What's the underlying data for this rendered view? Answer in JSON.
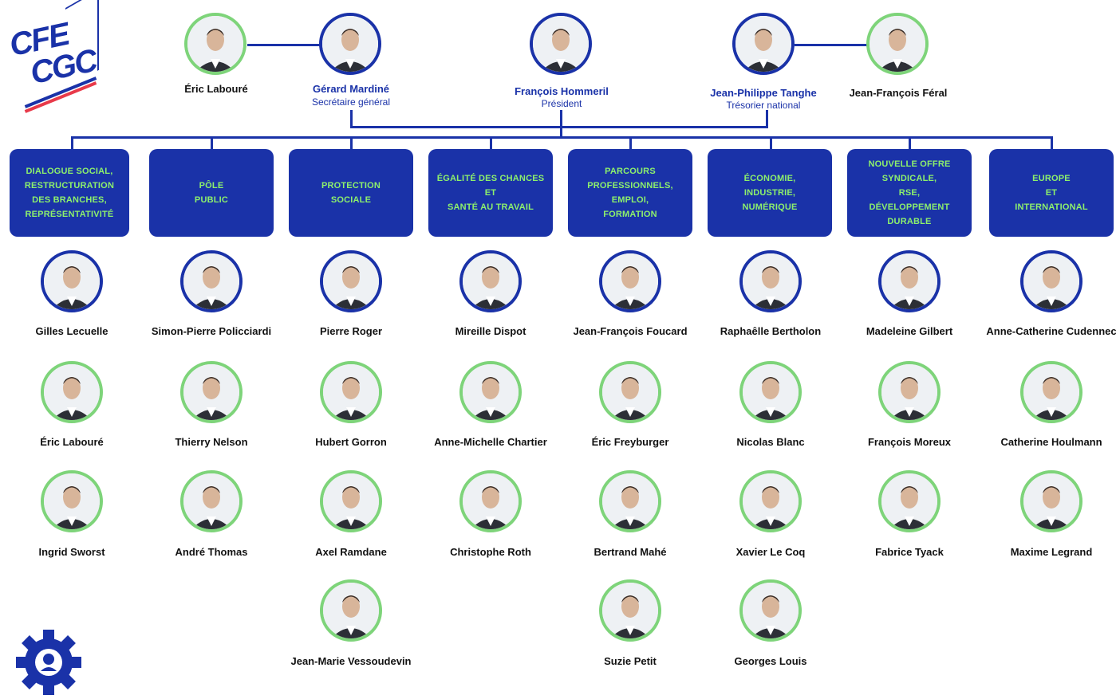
{
  "logo": {
    "line1": "CFE",
    "line2": "CGC"
  },
  "colors": {
    "blue": "#1a32a8",
    "green": "#7ed47a",
    "box_text": "#8df06c"
  },
  "leaders": [
    {
      "name": "Éric Labouré",
      "role": ""
    },
    {
      "name": "Gérard Mardiné",
      "role": "Secrétaire général"
    },
    {
      "name": "François Hommeril",
      "role": "Président"
    },
    {
      "name": "Jean-Philippe Tanghe",
      "role": "Trésorier national"
    },
    {
      "name": "Jean-François Féral",
      "role": ""
    }
  ],
  "commissions": [
    {
      "title": "DIALOGUE SOCIAL,\nRESTRUCTURATION\nDES BRANCHES,\nREPRÉSENTATIVITÉ",
      "members": [
        "Gilles Lecuelle",
        "Éric Labouré",
        "Ingrid Sworst"
      ]
    },
    {
      "title": "PÔLE\nPUBLIC",
      "members": [
        "Simon-Pierre Policciardi",
        "Thierry Nelson",
        "André Thomas"
      ]
    },
    {
      "title": "PROTECTION\nSOCIALE",
      "members": [
        "Pierre Roger",
        "Hubert Gorron",
        "Axel Ramdane",
        "Jean-Marie Vessoudevin"
      ]
    },
    {
      "title": "ÉGALITÉ DES CHANCES\nET\nSANTÉ AU TRAVAIL",
      "members": [
        "Mireille Dispot",
        "Anne-Michelle Chartier",
        "Christophe Roth"
      ]
    },
    {
      "title": "PARCOURS\nPROFESSIONNELS,\nEMPLOI,\nFORMATION",
      "members": [
        "Jean-François Foucard",
        "Éric Freyburger",
        "Bertrand Mahé",
        "Suzie Petit"
      ]
    },
    {
      "title": "ÉCONOMIE,\nINDUSTRIE,\nNUMÉRIQUE",
      "members": [
        "Raphaêlle Bertholon",
        "Nicolas Blanc",
        "Xavier Le Coq",
        "Georges Louis"
      ]
    },
    {
      "title": "NOUVELLE OFFRE\nSYNDICALE,\nRSE,\nDÉVELOPPEMENT\nDURABLE",
      "members": [
        "Madeleine Gilbert",
        "François Moreux",
        "Fabrice Tyack"
      ]
    },
    {
      "title": "EUROPE\nET\nINTERNATIONAL",
      "members": [
        "Anne-Catherine Cudennec",
        "Catherine Houlmann",
        "Maxime Legrand"
      ]
    }
  ]
}
